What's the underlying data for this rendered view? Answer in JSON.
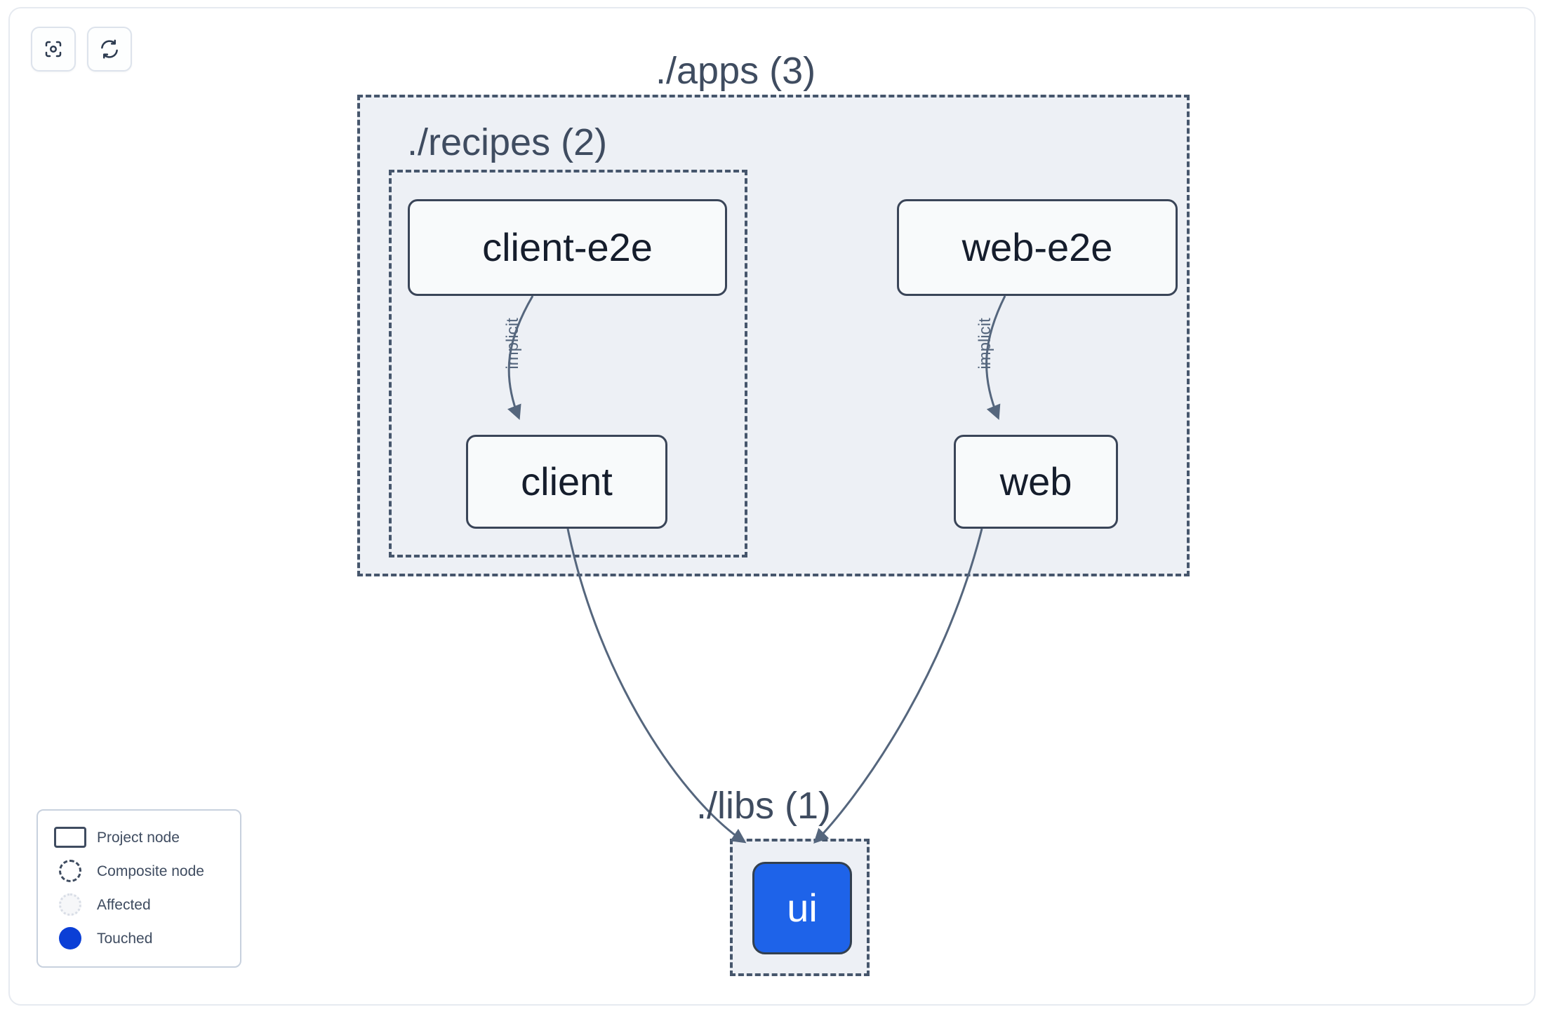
{
  "toolbar": {
    "buttons": [
      {
        "name": "focus-graph-button",
        "icon": "focus-icon",
        "label": ""
      },
      {
        "name": "refresh-graph-button",
        "icon": "refresh-icon",
        "label": ""
      }
    ]
  },
  "graph": {
    "groups": [
      {
        "id": "apps",
        "label": "./apps (3)",
        "count": 3
      },
      {
        "id": "recipes",
        "label": "./recipes (2)",
        "count": 2
      },
      {
        "id": "libs",
        "label": "./libs (1)",
        "count": 1
      }
    ],
    "nodes": [
      {
        "id": "client-e2e",
        "label": "client-e2e",
        "state": "project",
        "group": "recipes"
      },
      {
        "id": "web-e2e",
        "label": "web-e2e",
        "state": "project",
        "group": "apps"
      },
      {
        "id": "client",
        "label": "client",
        "state": "project",
        "group": "recipes"
      },
      {
        "id": "web",
        "label": "web",
        "state": "project",
        "group": "apps"
      },
      {
        "id": "ui",
        "label": "ui",
        "state": "touched",
        "group": "libs"
      }
    ],
    "edges": [
      {
        "from": "client-e2e",
        "to": "client",
        "label": "implicit"
      },
      {
        "from": "web-e2e",
        "to": "web",
        "label": "implicit"
      },
      {
        "from": "client",
        "to": "ui",
        "label": ""
      },
      {
        "from": "web",
        "to": "ui",
        "label": ""
      }
    ]
  },
  "legend": {
    "items": [
      {
        "swatch": "project-node-swatch",
        "label": "Project node"
      },
      {
        "swatch": "composite-node-swatch",
        "label": "Composite node"
      },
      {
        "swatch": "affected-swatch",
        "label": "Affected"
      },
      {
        "swatch": "touched-swatch",
        "label": "Touched"
      }
    ]
  },
  "colors": {
    "touched": "#1e63e9",
    "legend_touched": "#0b3fd6",
    "group_fill": "#edf0f5",
    "group_border": "#46566c",
    "node_border": "#3a4558",
    "node_fill": "#f8fafb",
    "text": "#3f4c60",
    "edge": "#55667d"
  }
}
